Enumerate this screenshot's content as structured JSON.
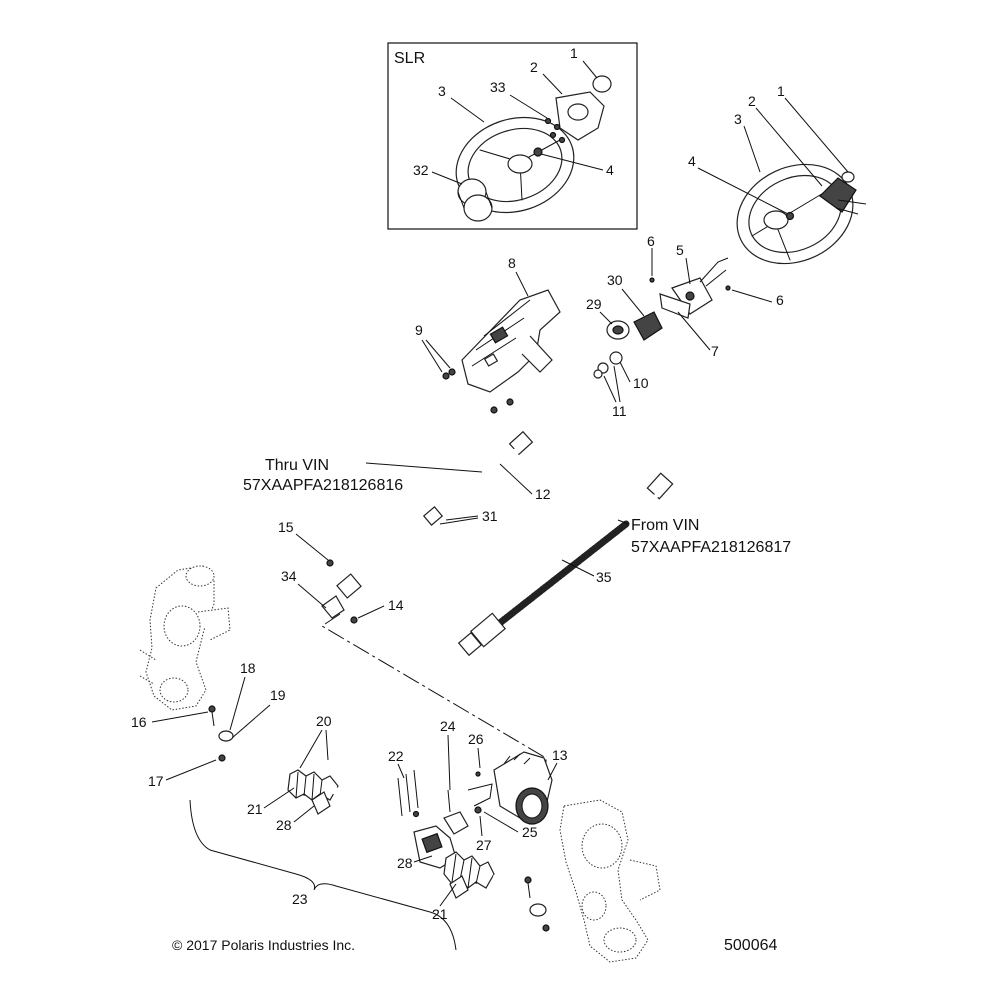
{
  "inset": {
    "title": "SLR"
  },
  "notes": {
    "thru_vin_line1": "Thru VIN",
    "thru_vin_line2": "57XAAPFA218126816",
    "from_vin_line1": "From VIN",
    "from_vin_line2": "57XAAPFA218126817"
  },
  "footer": {
    "copyright": "© 2017 Polaris Industries Inc.",
    "figure_number": "500064"
  },
  "callouts": [
    "1",
    "2",
    "3",
    "33",
    "4",
    "32",
    "1",
    "2",
    "3",
    "4",
    "5",
    "6",
    "6",
    "7",
    "8",
    "30",
    "29",
    "10",
    "9",
    "11",
    "12",
    "31",
    "35",
    "15",
    "34",
    "14",
    "13",
    "24",
    "26",
    "18",
    "19",
    "20",
    "16",
    "22",
    "17",
    "21",
    "28",
    "25",
    "27",
    "28",
    "21",
    "23"
  ]
}
